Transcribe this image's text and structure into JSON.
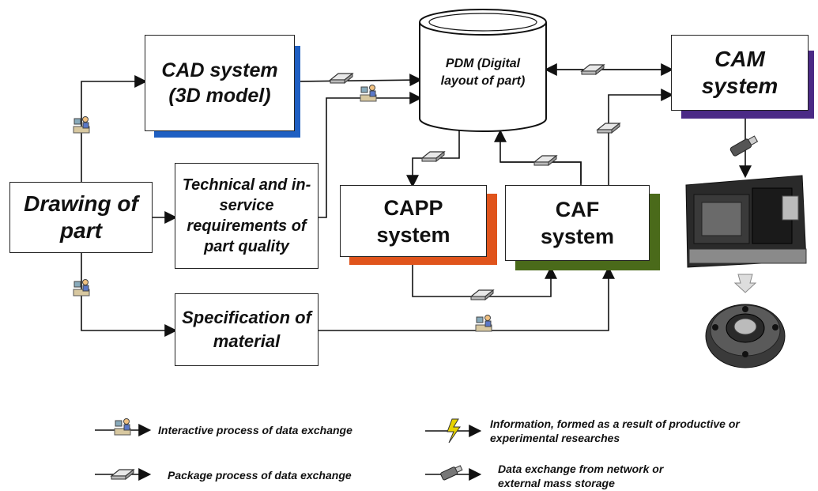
{
  "nodes": {
    "cad": "CAD system (3D model)",
    "pdm": "PDM (Digital layout of part)",
    "cam": "CAM system",
    "drawing": "Drawing of part",
    "technical": "Technical and in-service requirements of part quality",
    "capp": "CAPP system",
    "caf": "CAF system",
    "material": "Specification of material"
  },
  "legend": {
    "interactive": "Interactive process of  data exchange",
    "package": "Package process of data exchange",
    "information": "Information, formed as a result of productive or experimental researches",
    "network": "Data exchange from network or external mass storage"
  },
  "colors": {
    "cad_shadow": "#1f5fc2",
    "cam_shadow": "#4b2a86",
    "capp_shadow": "#e0541c",
    "caf_shadow": "#4a6a1a"
  },
  "icons": {
    "interactive": "user-at-computer-icon",
    "package": "diamond-package-icon",
    "information": "lightning-bolt-icon",
    "network": "usb-stick-icon",
    "machine": "cnc-lathe-image",
    "part": "flange-part-image"
  }
}
